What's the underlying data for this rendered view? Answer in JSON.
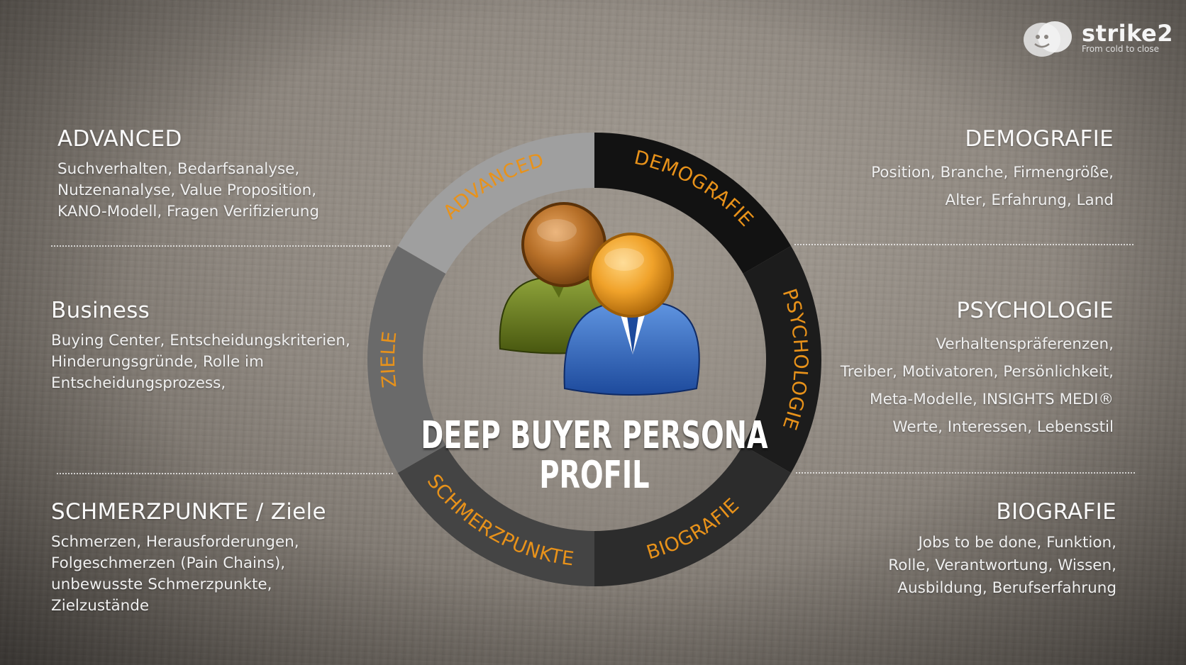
{
  "logo": {
    "name": "strike2",
    "tagline": "From cold to close"
  },
  "center": {
    "line1": "DEEP BUYER PERSONA",
    "line2": "PROFIL"
  },
  "segments": [
    {
      "label": "DEMOGRAFIE",
      "color": "#121212"
    },
    {
      "label": "PSYCHOLOGIE",
      "color": "#1c1c1c"
    },
    {
      "label": "BIOGRAFIE",
      "color": "#2c2c2c"
    },
    {
      "label": "SCHMERZPUNKTE",
      "color": "#444444"
    },
    {
      "label": "ZIELE",
      "color": "#6a6a6a"
    },
    {
      "label": "ADVANCED",
      "color": "#9f9f9f"
    }
  ],
  "label_color": "#e8921a",
  "sections": {
    "advanced": {
      "title": "ADVANCED",
      "text": "Suchverhalten, Bedarfsanalyse,\nNutzenanalyse, Value Proposition,\nKANO-Modell, Fragen Verifizierung"
    },
    "business": {
      "title": "Business",
      "text": "Buying Center, Entscheidungskriterien,\nHinderungsgründe, Rolle im\nEntscheidungsprozess,"
    },
    "schmerz": {
      "title": "SCHMERZPUNKTE / Ziele",
      "text": "Schmerzen, Herausforderungen,\nFolgeschmerzen (Pain Chains),\nunbewusste Schmerzpunkte,\nZielzustände"
    },
    "demografie": {
      "title": "DEMOGRAFIE",
      "text": "Position, Branche, Firmengröße,\nAlter, Erfahrung, Land"
    },
    "psychologie": {
      "title": "PSYCHOLOGIE",
      "text": "Verhaltenspräferenzen,\nTreiber, Motivatoren, Persönlichkeit,\nMeta-Modelle, INSIGHTS MEDI®\nWerte, Interessen, Lebensstil"
    },
    "biografie": {
      "title": "BIOGRAFIE",
      "text": "Jobs to be done, Funktion,\nRolle, Verantwortung, Wissen,\nAusbildung, Berufserfahrung"
    }
  }
}
